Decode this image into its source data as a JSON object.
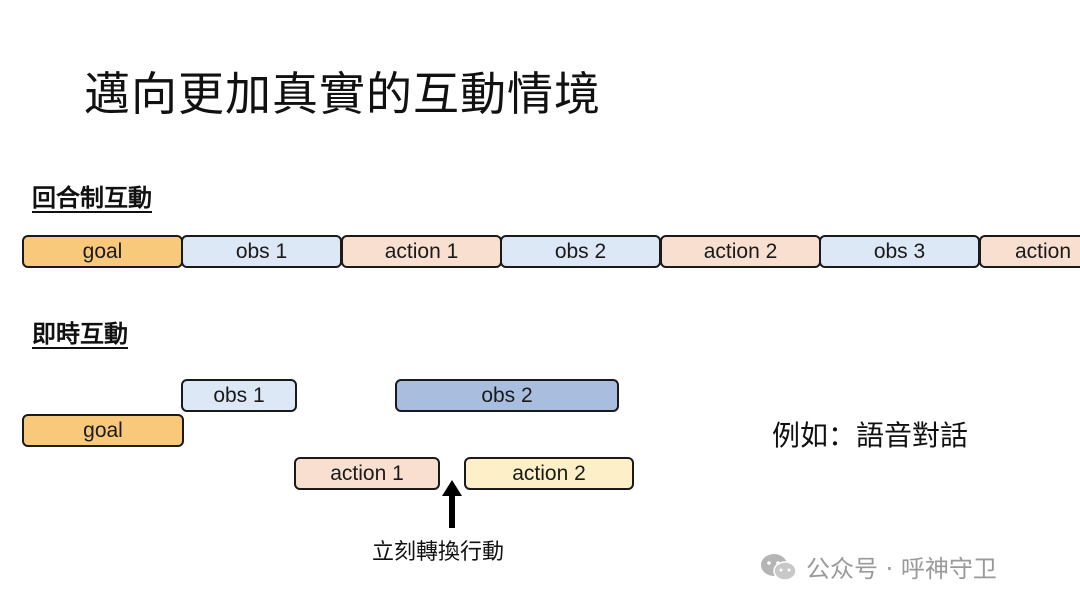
{
  "title": "邁向更加真實的互動情境",
  "turn_based": {
    "label": "回合制互動",
    "blocks": [
      "goal",
      "obs 1",
      "action 1",
      "obs 2",
      "action 2",
      "obs 3",
      "action"
    ]
  },
  "realtime": {
    "label": "即時互動",
    "blocks": {
      "obs1": "obs 1",
      "obs2": "obs 2",
      "goal": "goal",
      "action1": "action 1",
      "action2": "action 2"
    },
    "arrow_caption": "立刻轉換行動"
  },
  "example_text": "例如：語音對話",
  "watermark": "公众号 · 呼神守卫",
  "colors": {
    "goal": "#f8c97a",
    "obs": "#dce8f5",
    "obs_highlight": "#a9bedf",
    "action": "#f8dfd0",
    "action_alt": "#fdefc7"
  }
}
